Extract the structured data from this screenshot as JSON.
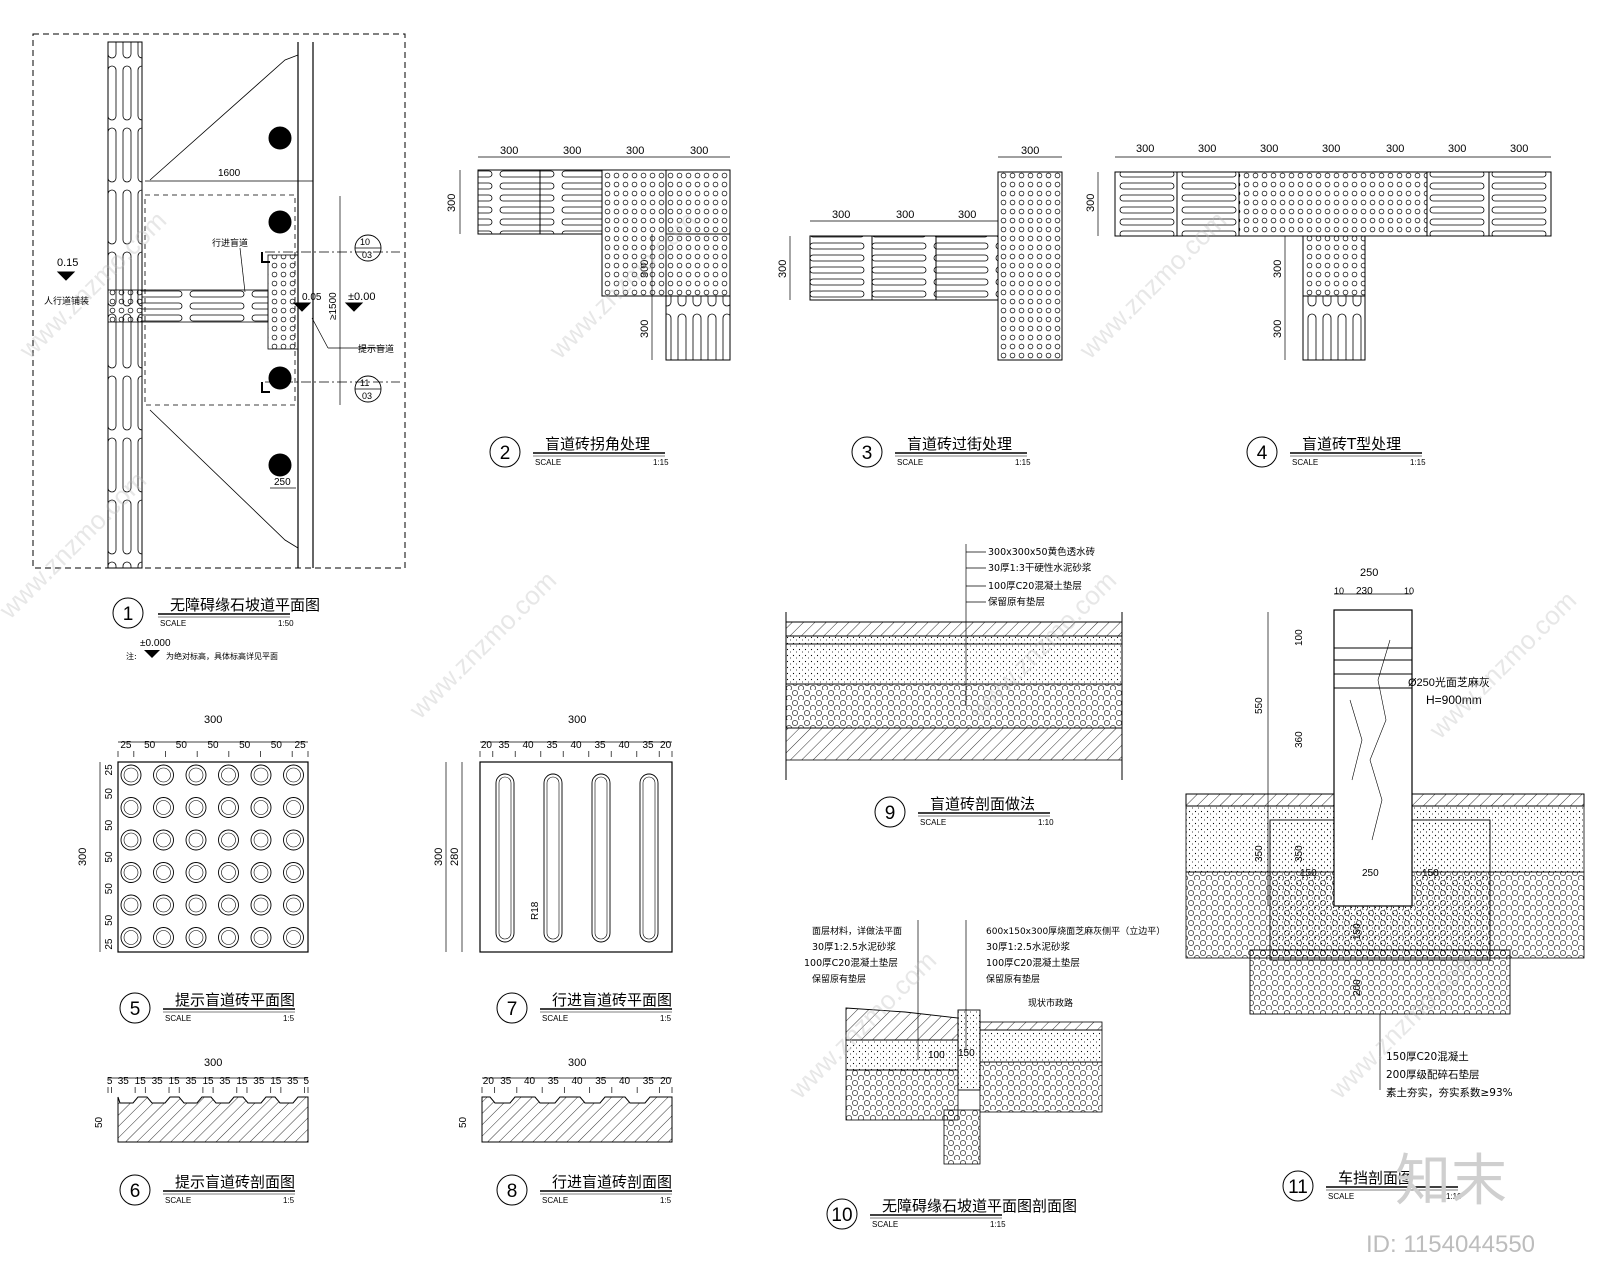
{
  "titles": [
    {
      "num": "1",
      "title": "无障碍缘石坡道平面图",
      "scale_label": "SCALE",
      "scale": "1:50"
    },
    {
      "num": "2",
      "title": "盲道砖拐角处理",
      "scale_label": "SCALE",
      "scale": "1:15"
    },
    {
      "num": "3",
      "title": "盲道砖过街处理",
      "scale_label": "SCALE",
      "scale": "1:15"
    },
    {
      "num": "4",
      "title": "盲道砖T型处理",
      "scale_label": "SCALE",
      "scale": "1:15"
    },
    {
      "num": "5",
      "title": "提示盲道砖平面图",
      "scale_label": "SCALE",
      "scale": "1:5"
    },
    {
      "num": "6",
      "title": "提示盲道砖剖面图",
      "scale_label": "SCALE",
      "scale": "1:5"
    },
    {
      "num": "7",
      "title": "行进盲道砖平面图",
      "scale_label": "SCALE",
      "scale": "1:5"
    },
    {
      "num": "8",
      "title": "行进盲道砖剖面图",
      "scale_label": "SCALE",
      "scale": "1:5"
    },
    {
      "num": "9",
      "title": "盲道砖剖面做法",
      "scale_label": "SCALE",
      "scale": "1:10"
    },
    {
      "num": "10",
      "title": "无障碍缘石坡道平面图剖面图",
      "scale_label": "SCALE",
      "scale": "1:15"
    },
    {
      "num": "11",
      "title": "车挡剖面图",
      "scale_label": "SCALE",
      "scale": "1:10"
    }
  ],
  "plan1": {
    "level_015": "0.15",
    "walk_paving": "人行道铺装",
    "dim_1600": "1600",
    "guide_path": "行进盲道",
    "level_005": "0.05",
    "level_000": "±0.00",
    "dim_1500": "≥1500",
    "warn_path": "提示盲道",
    "ref_top": "10",
    "ref_bot": "11",
    "sheet": "03",
    "dim_250": "250",
    "note_level": "±0.000",
    "note_text": "为绝对标高，具体标高详见平面",
    "note_prefix": "注:"
  },
  "dims": {
    "d300": "300",
    "d250": "250",
    "d230": "230",
    "d10": "10",
    "d550": "550",
    "d360": "360",
    "d350": "350",
    "d100": "100",
    "d50": "50",
    "d30": "30",
    "d150": "150",
    "d200": "200",
    "d280": "280",
    "d25": "25",
    "d35": "35",
    "d5": "5",
    "d20": "20",
    "d40": "40",
    "r18": "R18"
  },
  "det5": {
    "top": [
      "25",
      "50",
      "50",
      "50",
      "50",
      "50",
      "25"
    ],
    "side": [
      "25",
      "50",
      "50",
      "50",
      "50",
      "50",
      "25"
    ]
  },
  "det6": {
    "top": [
      "5",
      "35",
      "15",
      "35",
      "15",
      "35",
      "15",
      "35",
      "15",
      "35",
      "15",
      "35",
      "5"
    ]
  },
  "det7": {
    "top": [
      "20",
      "35",
      "40",
      "35",
      "40",
      "35",
      "40",
      "35",
      "20"
    ]
  },
  "det9": {
    "layers": [
      "300x300x50黄色透水砖",
      "30厚1:3干硬性水泥砂浆",
      "100厚C20混凝土垫层",
      "保留原有垫层"
    ]
  },
  "det10": {
    "left": [
      "面层材料，详做法平面",
      "30厚1:2.5水泥砂浆",
      "100厚C20混凝土垫层",
      "保留原有垫层"
    ],
    "right": [
      "600x150x300厚烧面芝麻灰侧平（立边平）",
      "30厚1:2.5水泥砂浆",
      "100厚C20混凝土垫层",
      "保留原有垫层"
    ],
    "road": "现状市政路"
  },
  "det11": {
    "bollard": "Ø250光面芝麻灰",
    "height": "H=900mm",
    "layers": [
      "150厚C20混凝土",
      "200厚级配碎石垫层",
      "素土夯实，夯实系数≥93%"
    ]
  },
  "watermark": {
    "site": "www.znzmo.com",
    "brand": "知末",
    "logo": "知末",
    "id": "ID: 1154044550"
  }
}
